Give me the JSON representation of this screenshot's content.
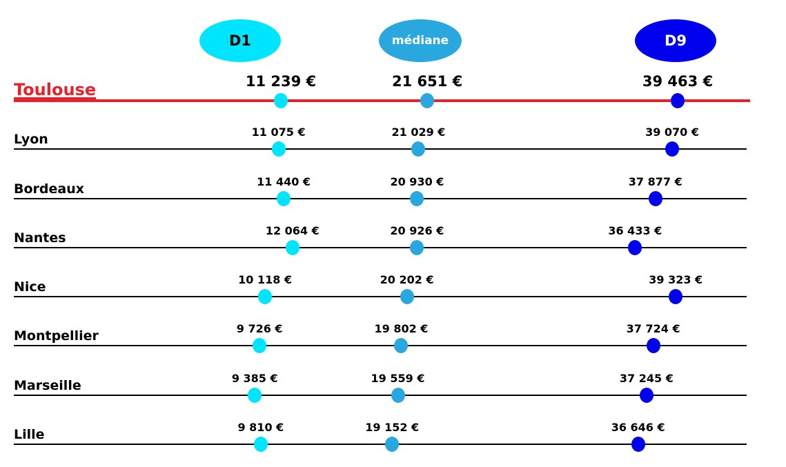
{
  "legend": {
    "d1": {
      "label": "D1",
      "color": "#00E5FF"
    },
    "median": {
      "label": "médiane",
      "color": "#29A8E0"
    },
    "d9": {
      "label": "D9",
      "color": "#0000EE"
    }
  },
  "highlight_color": "#E8222A",
  "chart_data": {
    "type": "dot-plot",
    "series": [
      {
        "name": "D1",
        "key": "d1"
      },
      {
        "name": "médiane",
        "key": "median"
      },
      {
        "name": "D9",
        "key": "d9"
      }
    ],
    "rows": [
      {
        "city": "Toulouse",
        "highlight": true,
        "d1": 11239,
        "median": 21651,
        "d9": 39463,
        "d1_label": "11 239 €",
        "median_label": "21 651 €",
        "d9_label": "39 463 €"
      },
      {
        "city": "Lyon",
        "highlight": false,
        "d1": 11075,
        "median": 21029,
        "d9": 39070,
        "d1_label": "11 075 €",
        "median_label": "21 029 €",
        "d9_label": "39 070 €"
      },
      {
        "city": "Bordeaux",
        "highlight": false,
        "d1": 11440,
        "median": 20930,
        "d9": 37877,
        "d1_label": "11 440 €",
        "median_label": "20 930 €",
        "d9_label": "37 877 €"
      },
      {
        "city": "Nantes",
        "highlight": false,
        "d1": 12064,
        "median": 20926,
        "d9": 36433,
        "d1_label": "12 064 €",
        "median_label": "20 926 €",
        "d9_label": "36 433 €"
      },
      {
        "city": "Nice",
        "highlight": false,
        "d1": 10118,
        "median": 20202,
        "d9": 39323,
        "d1_label": "10 118 €",
        "median_label": "20 202 €",
        "d9_label": "39 323 €"
      },
      {
        "city": "Montpellier",
        "highlight": false,
        "d1": 9726,
        "median": 19802,
        "d9": 37724,
        "d1_label": "9 726 €",
        "median_label": "19 802 €",
        "d9_label": "37 724 €"
      },
      {
        "city": "Marseille",
        "highlight": false,
        "d1": 9385,
        "median": 19559,
        "d9": 37245,
        "d1_label": "9 385 €",
        "median_label": "19 559 €",
        "d9_label": "37 245 €"
      },
      {
        "city": "Lille",
        "highlight": false,
        "d1": 9810,
        "median": 19152,
        "d9": 36646,
        "d1_label": "9 810 €",
        "median_label": "19 152 €",
        "d9_label": "36 646 €"
      }
    ]
  }
}
